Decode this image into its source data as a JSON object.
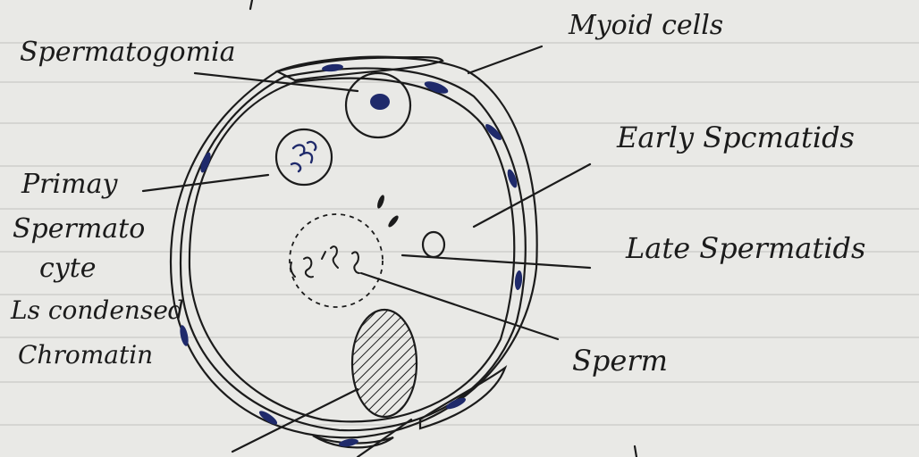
{
  "labels": {
    "myoid_cells": "Myoid cells",
    "spermatogonia": "Spermatogomia",
    "early_spermatids": "Early Spcmatids",
    "late_spermatids": "Late Spermatids",
    "sperm": "Sperm",
    "primary_line1": "Primay",
    "primary_line2": "Spermato",
    "primary_line3": "cyte",
    "condensed": "Ls condensed",
    "chromatin": "Chromatin"
  },
  "colors": {
    "paper": "#e9e9e6",
    "ruling": "#c9c9c6",
    "ink": "#1b1b1b",
    "nucleus_ink": "#1f2a6b"
  }
}
